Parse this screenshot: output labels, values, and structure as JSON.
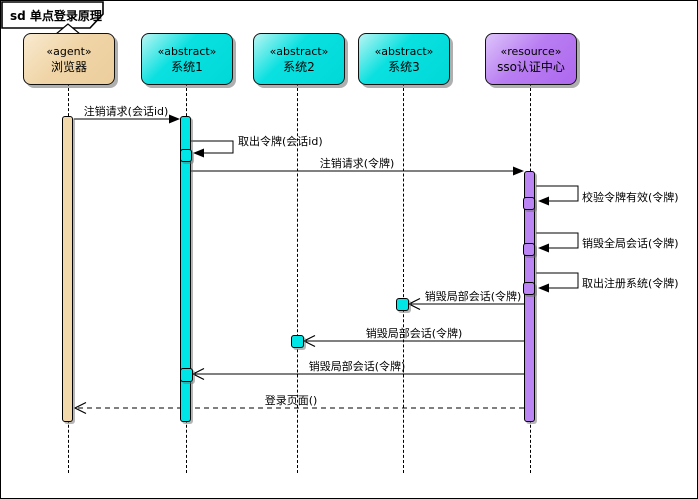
{
  "frame": {
    "title": "sd 单点登录原理"
  },
  "lifelines": [
    {
      "stereotype": "«agent»",
      "name": "浏览器",
      "fill": "#EFD4A7"
    },
    {
      "stereotype": "«abstract»",
      "name": "系统1",
      "fill": "#00DEDE"
    },
    {
      "stereotype": "«abstract»",
      "name": "系统2",
      "fill": "#00DEDE"
    },
    {
      "stereotype": "«abstract»",
      "name": "系统3",
      "fill": "#00DEDE"
    },
    {
      "stereotype": "«resource»",
      "name": "sso认证中心",
      "fill": "#B878F1"
    }
  ],
  "messages": [
    {
      "label": "注销请求(会话id)",
      "from": "浏览器",
      "to": "系统1",
      "kind": "sync"
    },
    {
      "label": "取出令牌(会话id)",
      "from": "系统1",
      "to": "系统1",
      "kind": "self"
    },
    {
      "label": "注销请求(令牌)",
      "from": "系统1",
      "to": "sso认证中心",
      "kind": "sync"
    },
    {
      "label": "校验令牌有效(令牌)",
      "from": "sso认证中心",
      "to": "sso认证中心",
      "kind": "self"
    },
    {
      "label": "销毁全局会话(令牌)",
      "from": "sso认证中心",
      "to": "sso认证中心",
      "kind": "self"
    },
    {
      "label": "取出注册系统(令牌)",
      "from": "sso认证中心",
      "to": "sso认证中心",
      "kind": "self"
    },
    {
      "label": "销毁局部会话(令牌)",
      "from": "sso认证中心",
      "to": "系统3",
      "kind": "async"
    },
    {
      "label": "销毁局部会话(令牌)",
      "from": "sso认证中心",
      "to": "系统2",
      "kind": "async"
    },
    {
      "label": "销毁局部会话(令牌)",
      "from": "sso认证中心",
      "to": "系统1",
      "kind": "async"
    },
    {
      "label": "登录页面()",
      "from": "sso认证中心",
      "to": "浏览器",
      "kind": "return"
    }
  ],
  "colors": {
    "line": "#000000",
    "agent_fill": "#EFD4A7",
    "abstract_fill": "#00DEDE",
    "resource_fill": "#B878F1",
    "background": "#FFFFFF"
  }
}
